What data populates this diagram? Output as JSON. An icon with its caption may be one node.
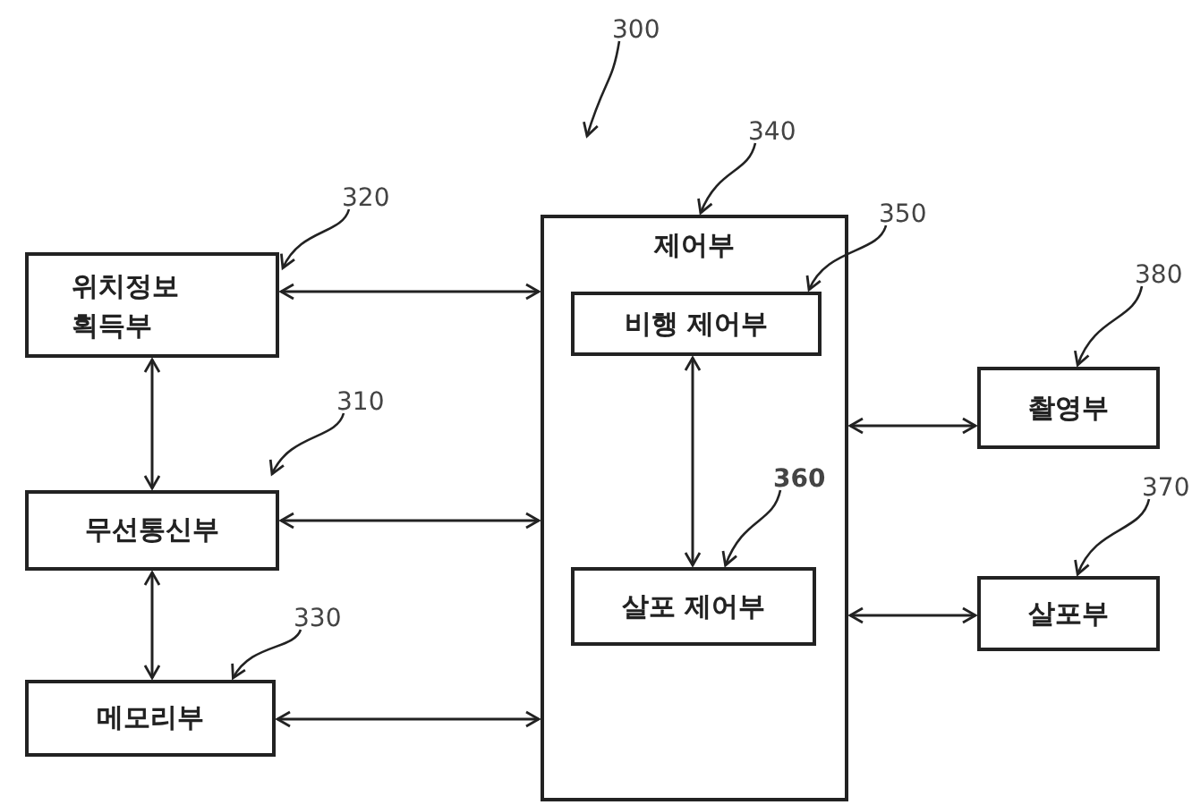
{
  "diagram": {
    "nodes": [
      {
        "text": [
          "제어부"
        ]
      },
      {
        "text": [
          "비행 제어부"
        ],
        "in": 0
      },
      {
        "text": [
          "살포 제어부"
        ],
        "in": 0
      },
      {
        "text": [
          "위치정보 획득부"
        ]
      },
      {
        "text": [
          "무선통신부"
        ]
      },
      {
        "text": [
          "메모리부"
        ]
      },
      {
        "text": [
          "촬영부"
        ]
      },
      {
        "text": [
          "살포부"
        ]
      },
      {
        "text": [
          "300"
        ]
      },
      {
        "text": [
          "340"
        ]
      },
      {
        "text": [
          "350"
        ]
      },
      {
        "text": [
          "320"
        ]
      },
      {
        "text": [
          "310"
        ]
      },
      {
        "text": [
          "380"
        ]
      },
      {
        "text": [
          "360"
        ],
        "in": 0
      },
      {
        "text": [
          "370"
        ]
      },
      {
        "text": [
          "330"
        ]
      }
    ],
    "edges": [
      {
        "from": 3,
        "to": 0,
        "arrow": "both"
      },
      {
        "from": 4,
        "to": 0,
        "arrow": "both"
      },
      {
        "from": 5,
        "to": 0,
        "arrow": "both"
      },
      {
        "from": 3,
        "to": 4,
        "arrow": "both"
      },
      {
        "from": 4,
        "to": 5,
        "arrow": "both"
      },
      {
        "from": 1,
        "to": 2,
        "arrow": "both"
      },
      {
        "from": 0,
        "to": 6,
        "arrow": "both"
      },
      {
        "from": 0,
        "to": 7,
        "arrow": "both"
      },
      {
        "from": 8,
        "to": null,
        "arrow": "to"
      },
      {
        "from": 9,
        "to": 0,
        "arrow": "to"
      },
      {
        "from": 10,
        "to": 1,
        "arrow": "to"
      },
      {
        "from": 11,
        "to": 3,
        "arrow": "to"
      },
      {
        "from": 12,
        "to": 4,
        "arrow": "to"
      },
      {
        "from": 13,
        "to": 6,
        "arrow": "to"
      },
      {
        "from": 14,
        "to": 2,
        "arrow": "to"
      },
      {
        "from": 15,
        "to": 7,
        "arrow": "to"
      },
      {
        "from": 16,
        "to": 5,
        "arrow": "to"
      }
    ]
  }
}
